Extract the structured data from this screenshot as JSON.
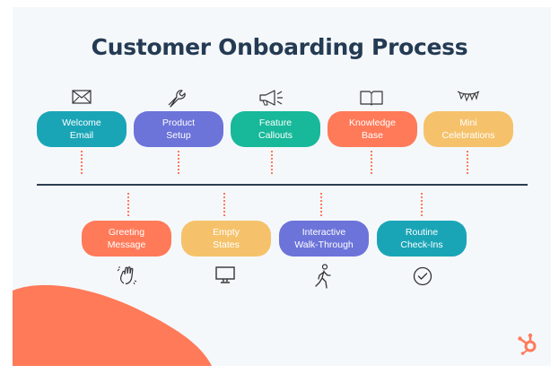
{
  "title": "Customer Onboarding Process",
  "top_steps": [
    {
      "line1": "Welcome",
      "line2": "Email",
      "color": "#1aa5b7",
      "icon": "envelope-icon"
    },
    {
      "line1": "Product",
      "line2": "Setup",
      "color": "#6c73d9",
      "icon": "wrench-icon"
    },
    {
      "line1": "Feature",
      "line2": "Callouts",
      "color": "#18b89a",
      "icon": "megaphone-icon"
    },
    {
      "line1": "Knowledge",
      "line2": "Base",
      "color": "#ff7a59",
      "icon": "book-icon"
    },
    {
      "line1": "Mini",
      "line2": "Celebrations",
      "color": "#f5c26b",
      "icon": "bunting-icon"
    }
  ],
  "bottom_steps": [
    {
      "line1": "Greeting",
      "line2": "Message",
      "color": "#ff7a59",
      "icon": "waving-hand-icon"
    },
    {
      "line1": "Empty",
      "line2": "States",
      "color": "#f5c26b",
      "icon": "monitor-icon"
    },
    {
      "line1": "Interactive",
      "line2": "Walk-Through",
      "color": "#6c73d9",
      "icon": "walking-person-icon"
    },
    {
      "line1": "Routine",
      "line2": "Check-Ins",
      "color": "#1aa5b7",
      "icon": "check-circle-icon"
    }
  ],
  "colors": {
    "accent": "#ff7a59",
    "title": "#243b53",
    "line": "#2d3e50"
  },
  "logo": "hubspot-logo"
}
